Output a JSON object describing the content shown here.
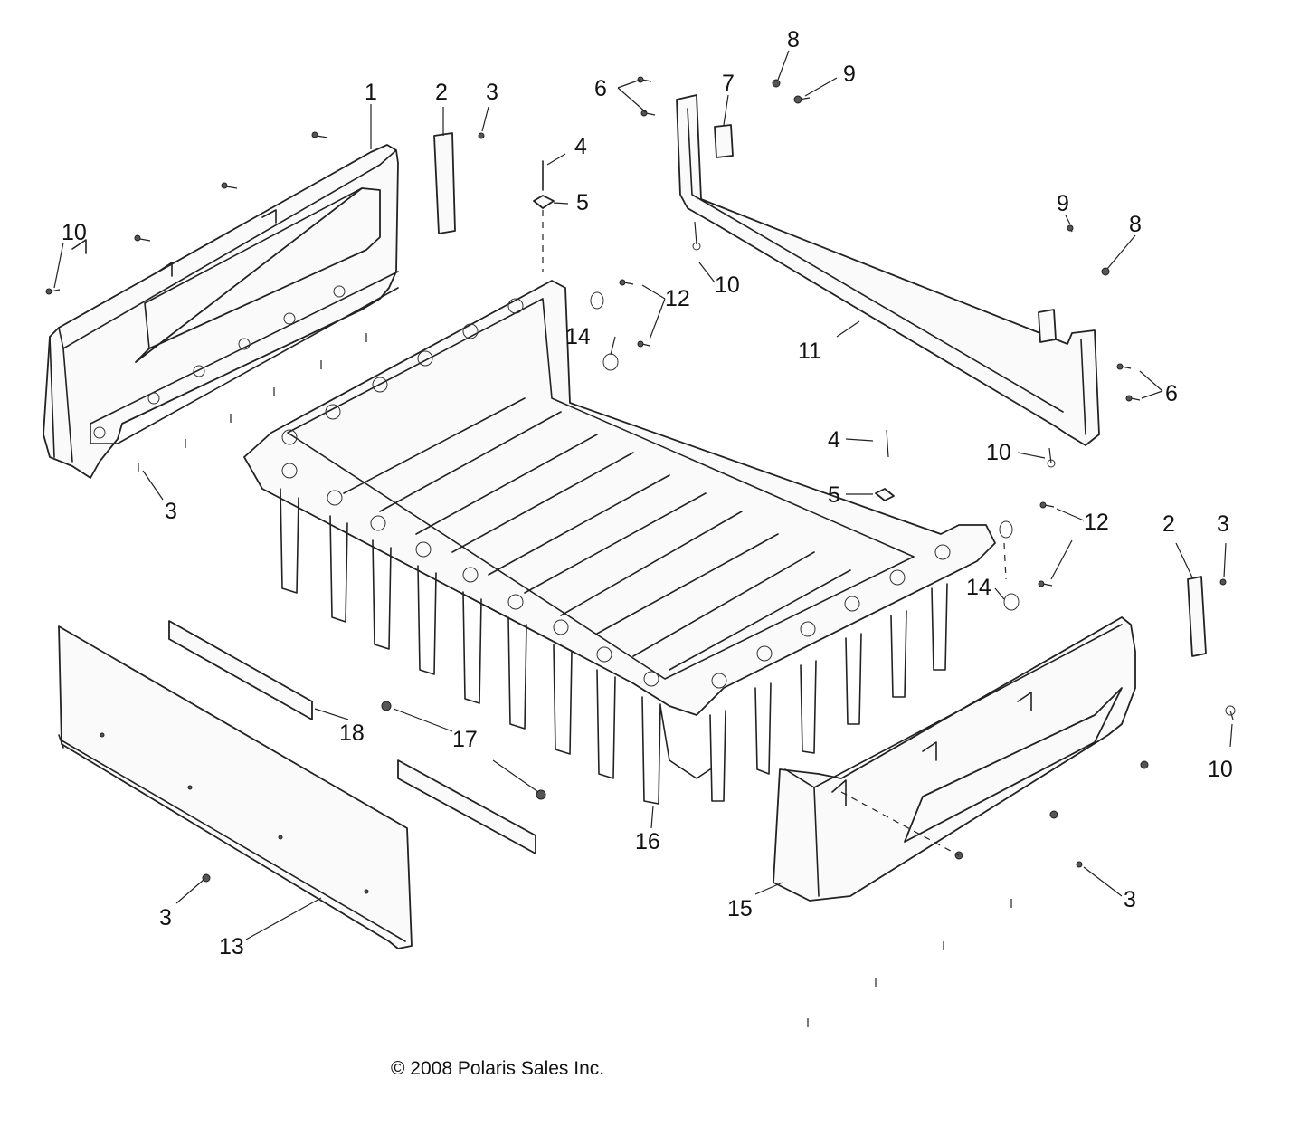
{
  "copyright": "© 2008 Polaris Sales Inc.",
  "callouts": {
    "c1": "1",
    "c2a": "2",
    "c2b": "2",
    "c3a": "3",
    "c3b": "3",
    "c3c": "3",
    "c3d": "3",
    "c3e": "3",
    "c4a": "4",
    "c4b": "4",
    "c5a": "5",
    "c5b": "5",
    "c6a": "6",
    "c6b": "6",
    "c7": "7",
    "c8a": "8",
    "c8b": "8",
    "c9a": "9",
    "c9b": "9",
    "c10a": "10",
    "c10b": "10",
    "c10c": "10",
    "c10d": "10",
    "c11": "11",
    "c12a": "12",
    "c12b": "12",
    "c13": "13",
    "c14a": "14",
    "c14b": "14",
    "c15": "15",
    "c16": "16",
    "c17": "17",
    "c18": "18"
  }
}
